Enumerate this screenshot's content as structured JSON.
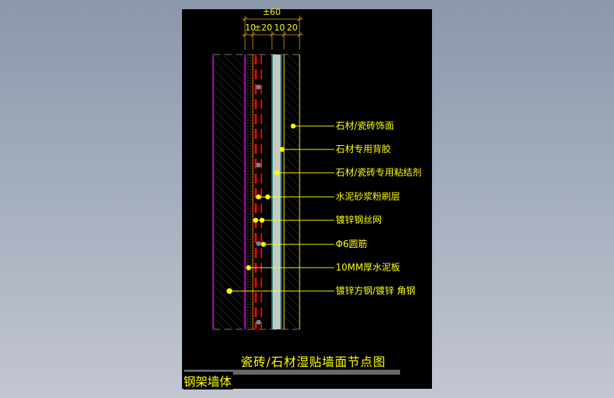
{
  "colors": {
    "background_top": "#8a98aa",
    "background_bottom": "#c2c6d0",
    "canvas": "#000000",
    "text": "#ffff00",
    "dimension_line": "#b8860b",
    "rebar_dash": "#ff0000",
    "stone_face": "#c8c8be",
    "edge_cyan": "#00a0a0",
    "magenta": "#ff00ff",
    "orange": "#ff8c00"
  },
  "dimensions": {
    "total": "±60",
    "segments": [
      "10",
      "±20",
      "10",
      "20"
    ]
  },
  "labels": [
    {
      "text": "石材/瓷砖饰面",
      "target": "stone-tile-finish"
    },
    {
      "text": "石材专用背胶",
      "target": "stone-back-adhesive"
    },
    {
      "text": "石材/瓷砖专用粘结剂",
      "target": "tile-bonding-agent"
    },
    {
      "text": "水泥砂浆粉刷层",
      "target": "cement-mortar-plaster"
    },
    {
      "text": "镀锌钢丝网",
      "target": "galvanized-wire-mesh"
    },
    {
      "text": "Φ6圆筋",
      "target": "round-rebar-6"
    },
    {
      "text": "10MM厚水泥板",
      "target": "cement-board-10mm"
    },
    {
      "text": "镀锌方钢/镀锌 角钢",
      "target": "galvanized-steel-frame"
    }
  ],
  "title": "瓷砖/石材湿贴墙面节点图",
  "subtitle": "钢架墙体"
}
